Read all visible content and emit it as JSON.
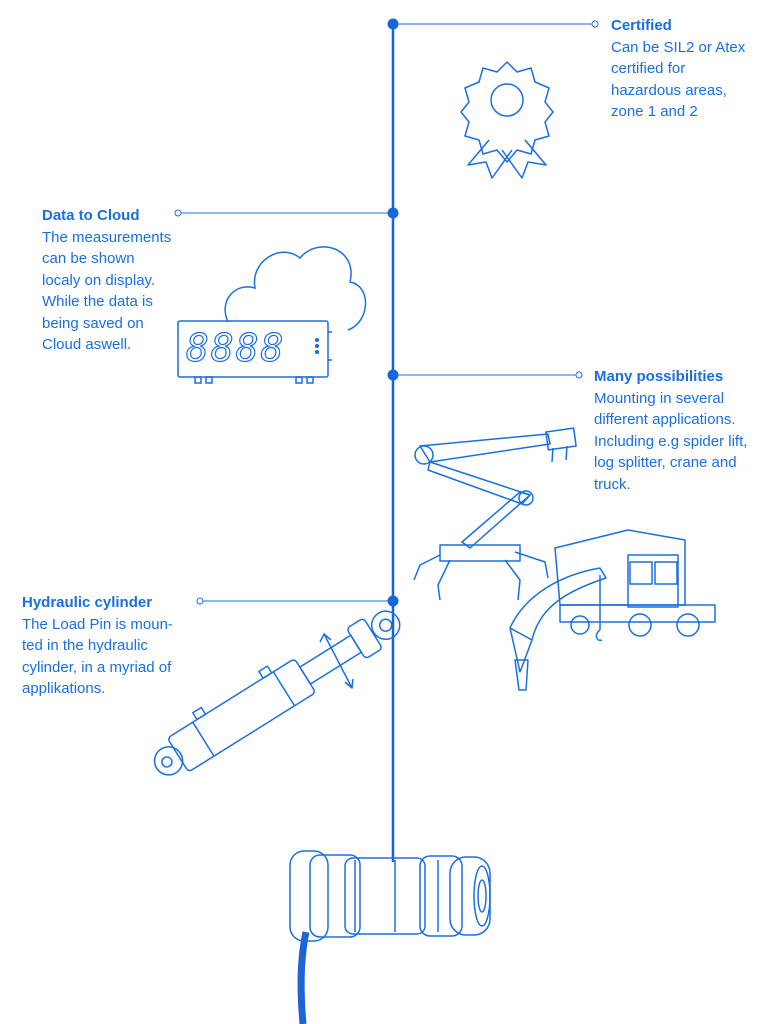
{
  "colors": {
    "accent": "#1a6fe0",
    "line": "#1565dc",
    "cable": "#1e64d8",
    "background": "#ffffff"
  },
  "blocks": {
    "certified": {
      "title": "Certified",
      "lines": [
        "Can be SIL2 or Atex",
        "certified for",
        "hazardous areas,",
        "zone 1 and 2"
      ],
      "icon": "award-ribbon-icon"
    },
    "data_to_cloud": {
      "title": "Data to Cloud",
      "lines": [
        "The measurements",
        "can be shown",
        "localy on display.",
        "While the data is",
        "being saved on",
        "Cloud aswell."
      ],
      "icon": "cloud-display-icon",
      "display_value": "8888"
    },
    "many_possibilities": {
      "title": "Many possibilities",
      "lines": [
        "Mounting in several",
        "different applications.",
        "Including e.g spider lift,",
        "log splitter, crane and",
        "truck."
      ],
      "icon": "spider-lift-crane-truck-icon"
    },
    "hydraulic_cylinder": {
      "title": "Hydraulic cylinder",
      "lines": [
        "The Load Pin is moun-",
        "ted in the hydraulic",
        "cylinder, in a myriad of",
        "applikations."
      ],
      "icon": "hydraulic-cylinder-icon"
    }
  },
  "product": {
    "icon": "load-pin-icon"
  }
}
